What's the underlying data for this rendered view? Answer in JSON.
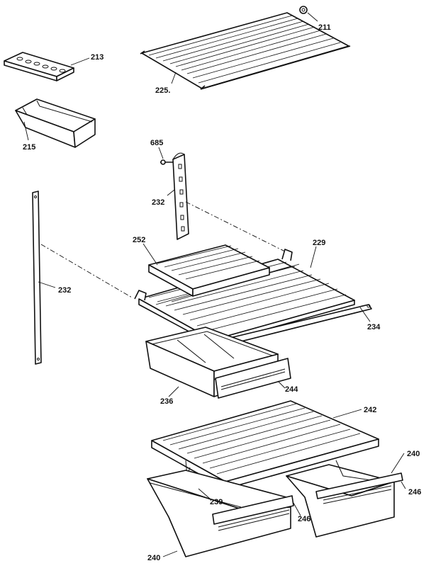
{
  "callouts": {
    "c211": "211",
    "c213": "213",
    "c225": "225.",
    "c215": "215",
    "c685": "685",
    "c232_upper": "232",
    "c232_left": "232",
    "c252": "252",
    "c229": "229",
    "c234": "234",
    "c236": "236",
    "c244": "244",
    "c242": "242",
    "c240_right": "240",
    "c239": "239",
    "c246_right": "246",
    "c246_center": "246",
    "c240_bottom": "240"
  }
}
